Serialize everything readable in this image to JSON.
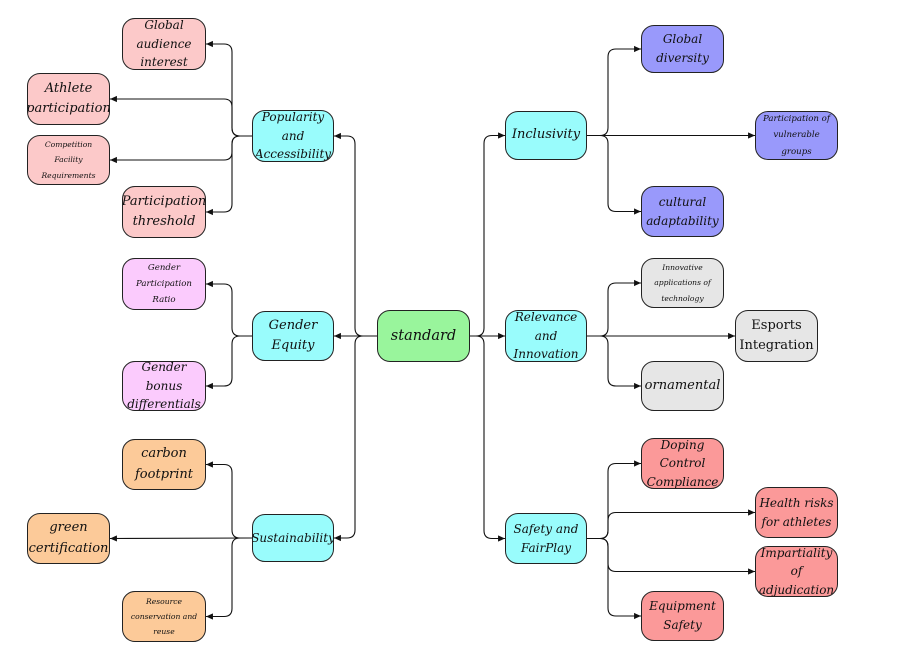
{
  "colors": {
    "root": "#99f59c",
    "category": "#99fcfc",
    "popularity": "#fcc9c9",
    "gender": "#fbcbfd",
    "sustainability": "#fcca99",
    "inclusivity": "#9999fb",
    "relevance": "#e6e6e6",
    "safety": "#fb9999",
    "edge": "#111111"
  },
  "root": {
    "label": "standard"
  },
  "categories": {
    "popularity": {
      "label": "Popularity and Accessibility"
    },
    "gender": {
      "label": "Gender Equity"
    },
    "sustainability": {
      "label": "Sustainability"
    },
    "inclusivity": {
      "label": "Inclusivity"
    },
    "relevance": {
      "label": "Relevance and Innovation"
    },
    "safety": {
      "label": "Safety and FairPlay"
    }
  },
  "leaves": {
    "global_audience": {
      "label": "Global audience interest"
    },
    "athlete_participation": {
      "label": "Athlete participation"
    },
    "facility_requirements": {
      "label": "Competition Facility Requirements"
    },
    "participation_threshold": {
      "label": "Participation threshold"
    },
    "gender_ratio": {
      "label": "Gender Participation Ratio"
    },
    "gender_bonus": {
      "label": "Gender bonus differentials"
    },
    "carbon_footprint": {
      "label": "carbon footprint"
    },
    "green_certification": {
      "label": "green certification"
    },
    "resource_conservation": {
      "label": "Resource conservation and reuse"
    },
    "global_diversity": {
      "label": "Global diversity"
    },
    "vulnerable_groups": {
      "label": "Participation of vulnerable groups"
    },
    "cultural_adaptability": {
      "label": "cultural adaptability"
    },
    "innovative_tech": {
      "label": "Innovative applications of technology"
    },
    "esports": {
      "label": "Esports Integration"
    },
    "ornamental": {
      "label": "ornamental"
    },
    "doping_control": {
      "label": "Doping Control Compliance"
    },
    "health_risks": {
      "label": "Health risks for athletes"
    },
    "impartiality": {
      "label": "Impartiality of adjudication"
    },
    "equipment_safety": {
      "label": "Equipment Safety"
    }
  }
}
